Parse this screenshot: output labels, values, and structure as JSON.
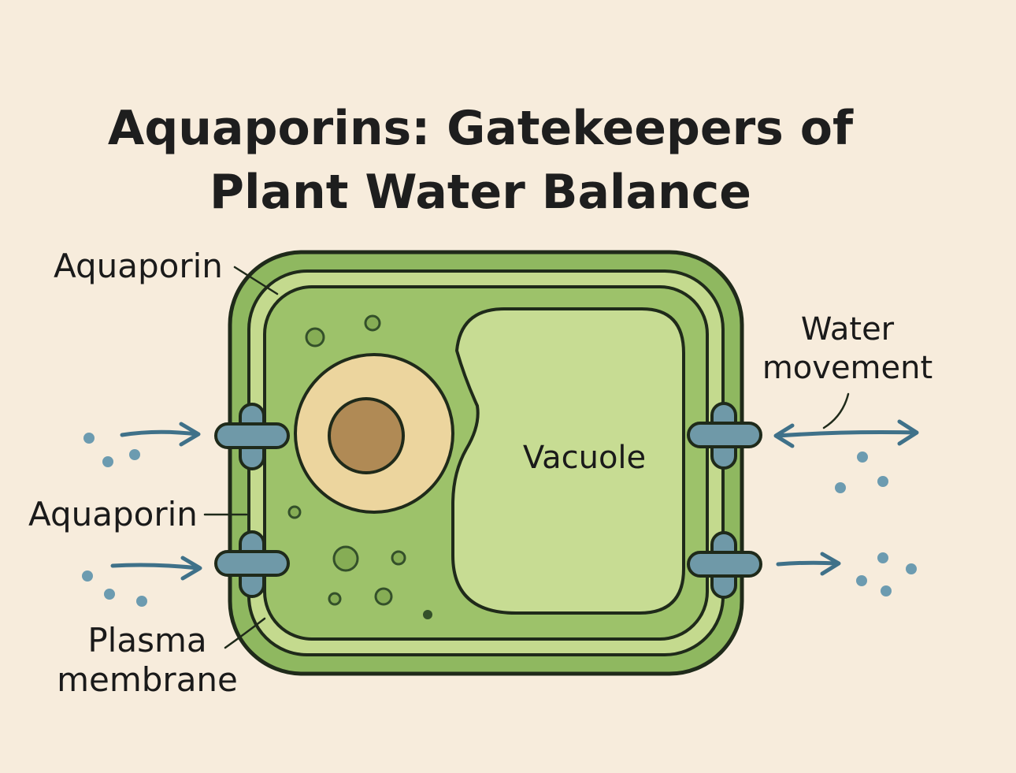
{
  "title": {
    "line1": "Aquaporins: Gatekeepers of",
    "line2": "Plant Water Balance"
  },
  "labels": {
    "aquaporin_top": "Aquaporin",
    "aquaporin_mid": "Aquaporin",
    "plasma_membrane_line1": "Plasma",
    "plasma_membrane_line2": "membrane",
    "water_movement_line1": "Water",
    "water_movement_line2": "movement",
    "vacuole": "Vacuole"
  },
  "colors": {
    "background": "#f7ecdc",
    "cell_wall": "#8fb860",
    "membrane_band": "#c4da8e",
    "cytoplasm": "#9dc26a",
    "vacuole": "#c7dc93",
    "nucleus": "#ecd59e",
    "nucleolus": "#b08a55",
    "aquaporin": "#6f99a8",
    "water": "#5f8fa4",
    "outline": "#1f2a1a"
  }
}
